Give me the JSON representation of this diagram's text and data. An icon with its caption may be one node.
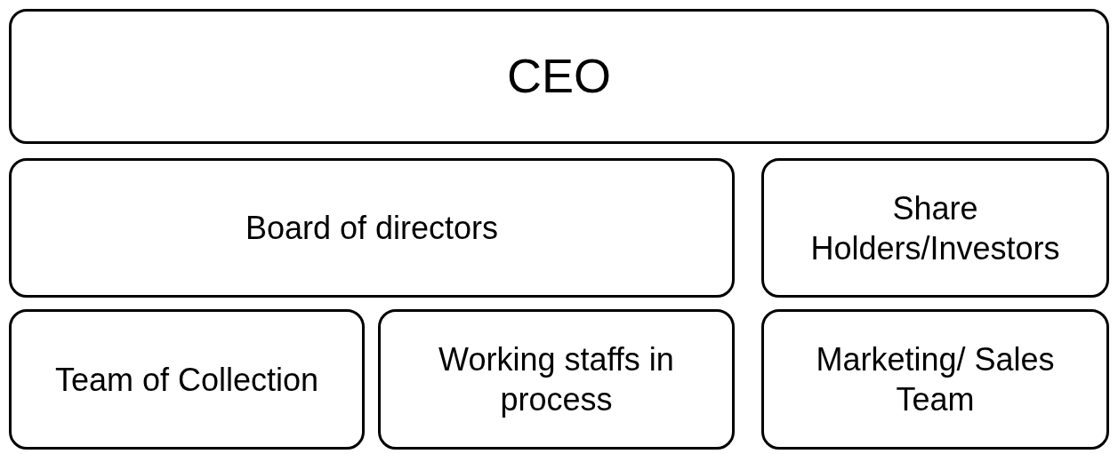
{
  "diagram": {
    "nodes": [
      {
        "text": [
          "CEO"
        ]
      },
      {
        "text": [
          "Board of directors"
        ]
      },
      {
        "text": [
          "Share Holders/Investors"
        ]
      },
      {
        "text": [
          "Team of Collection"
        ]
      },
      {
        "text": [
          "Working staffs in process"
        ]
      },
      {
        "text": [
          "Marketing/ Sales Team"
        ]
      }
    ]
  }
}
